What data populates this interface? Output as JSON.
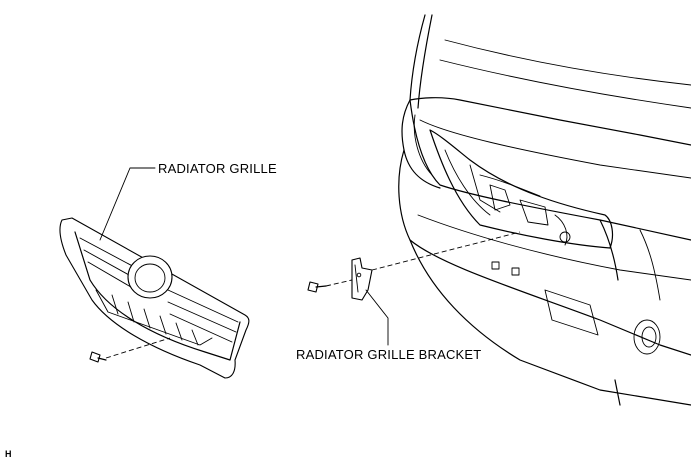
{
  "labels": {
    "grille": "RADIATOR GRILLE",
    "bracket": "RADIATOR GRILLE BRACKET",
    "corner_mark": "H"
  }
}
